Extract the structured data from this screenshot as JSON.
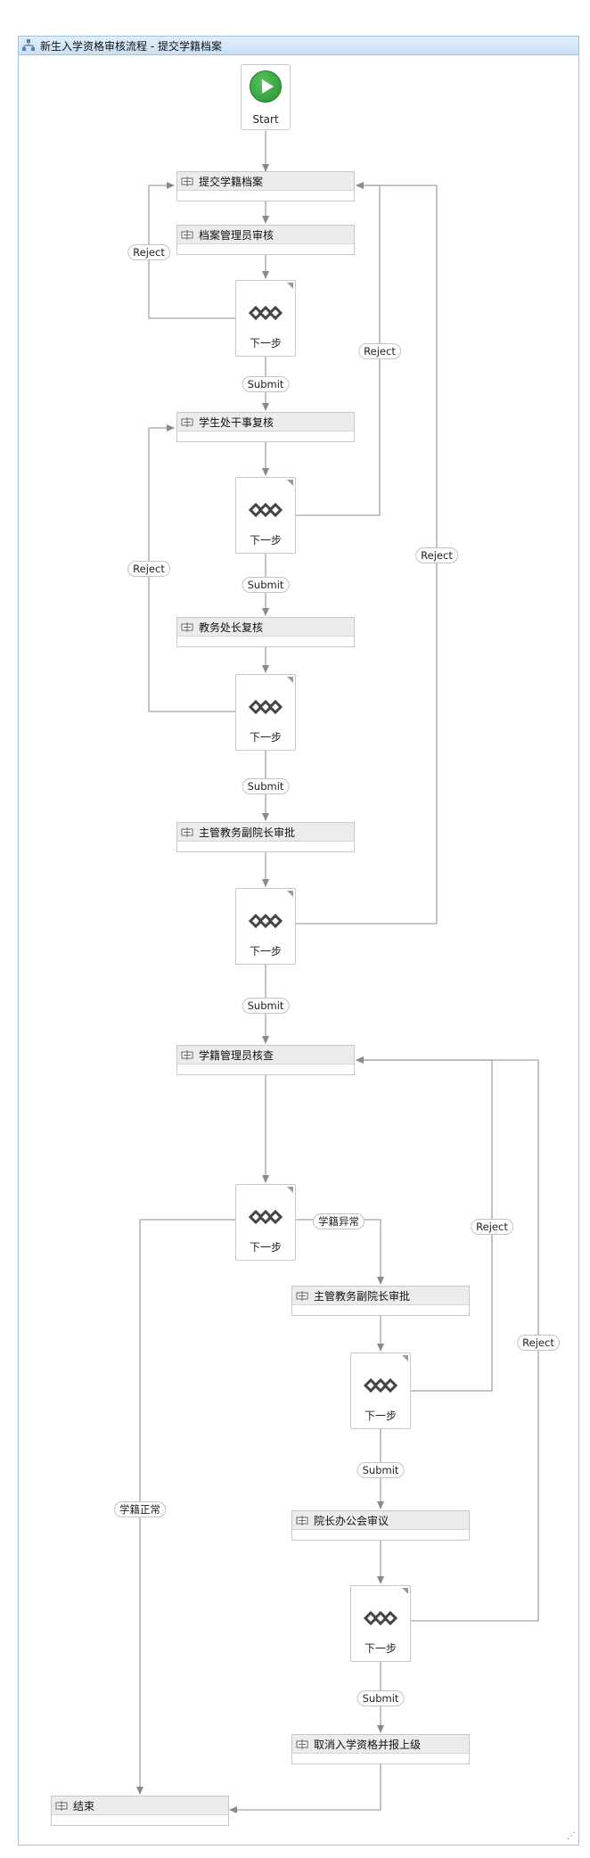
{
  "window": {
    "title": "新生入学资格审核流程 - 提交学籍档案"
  },
  "start": {
    "label": "Start"
  },
  "activities": [
    "提交学籍档案",
    "档案管理员审核",
    "学生处干事复核",
    "教务处长复核",
    "主管教务副院长审批",
    "学籍管理员核查",
    "主管教务副院长审批",
    "院长办公会审议",
    "取消入学资格并报上级",
    "结束"
  ],
  "decisions": [
    "下一步",
    "下一步",
    "下一步",
    "下一步",
    "下一步",
    "下一步",
    "下一步"
  ],
  "edge_labels": [
    "Reject",
    "Reject",
    "Submit",
    "Submit",
    "Reject",
    "Reject",
    "Submit",
    "Submit",
    "学籍异常",
    "Reject",
    "Reject",
    "Submit",
    "学籍正常",
    "Submit"
  ]
}
